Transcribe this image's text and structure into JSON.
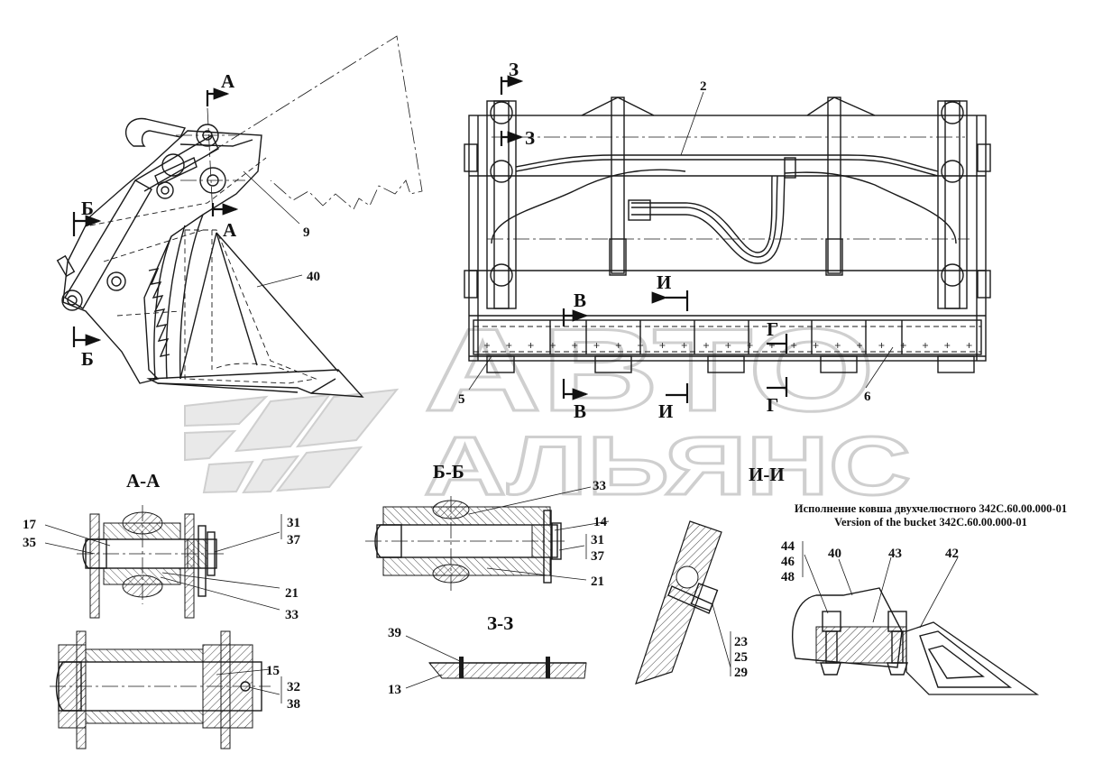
{
  "section_titles": {
    "aa": "А-А",
    "bb": "Б-Б",
    "zz": "З-З",
    "ii": "И-И"
  },
  "section_marks": {
    "a": "А",
    "b": "Б",
    "v": "В",
    "g": "Г",
    "i": "И",
    "z": "З"
  },
  "variant_caption": {
    "ru": "Исполнение ковша двухчелюстного 342С.60.00.000-01",
    "en": "Version of the bucket 342C.60.00.000-01"
  },
  "watermark": {
    "line1": "АВТО",
    "line2": "АЛЬЯНС"
  },
  "part_numbers": {
    "p2": "2",
    "p5": "5",
    "p6": "6",
    "p9": "9",
    "p13": "13",
    "p14": "14",
    "p15": "15",
    "p17": "17",
    "p21a": "21",
    "p21b": "21",
    "p23": "23",
    "p25": "25",
    "p29": "29",
    "p31a": "31",
    "p37a": "37",
    "p31b": "31",
    "p37b": "37",
    "p32": "32",
    "p38": "38",
    "p33a": "33",
    "p33b": "33",
    "p35": "35",
    "p39": "39",
    "p40a": "40",
    "p40b": "40",
    "p42": "42",
    "p43": "43",
    "p44": "44",
    "p46": "46",
    "p48": "48"
  }
}
